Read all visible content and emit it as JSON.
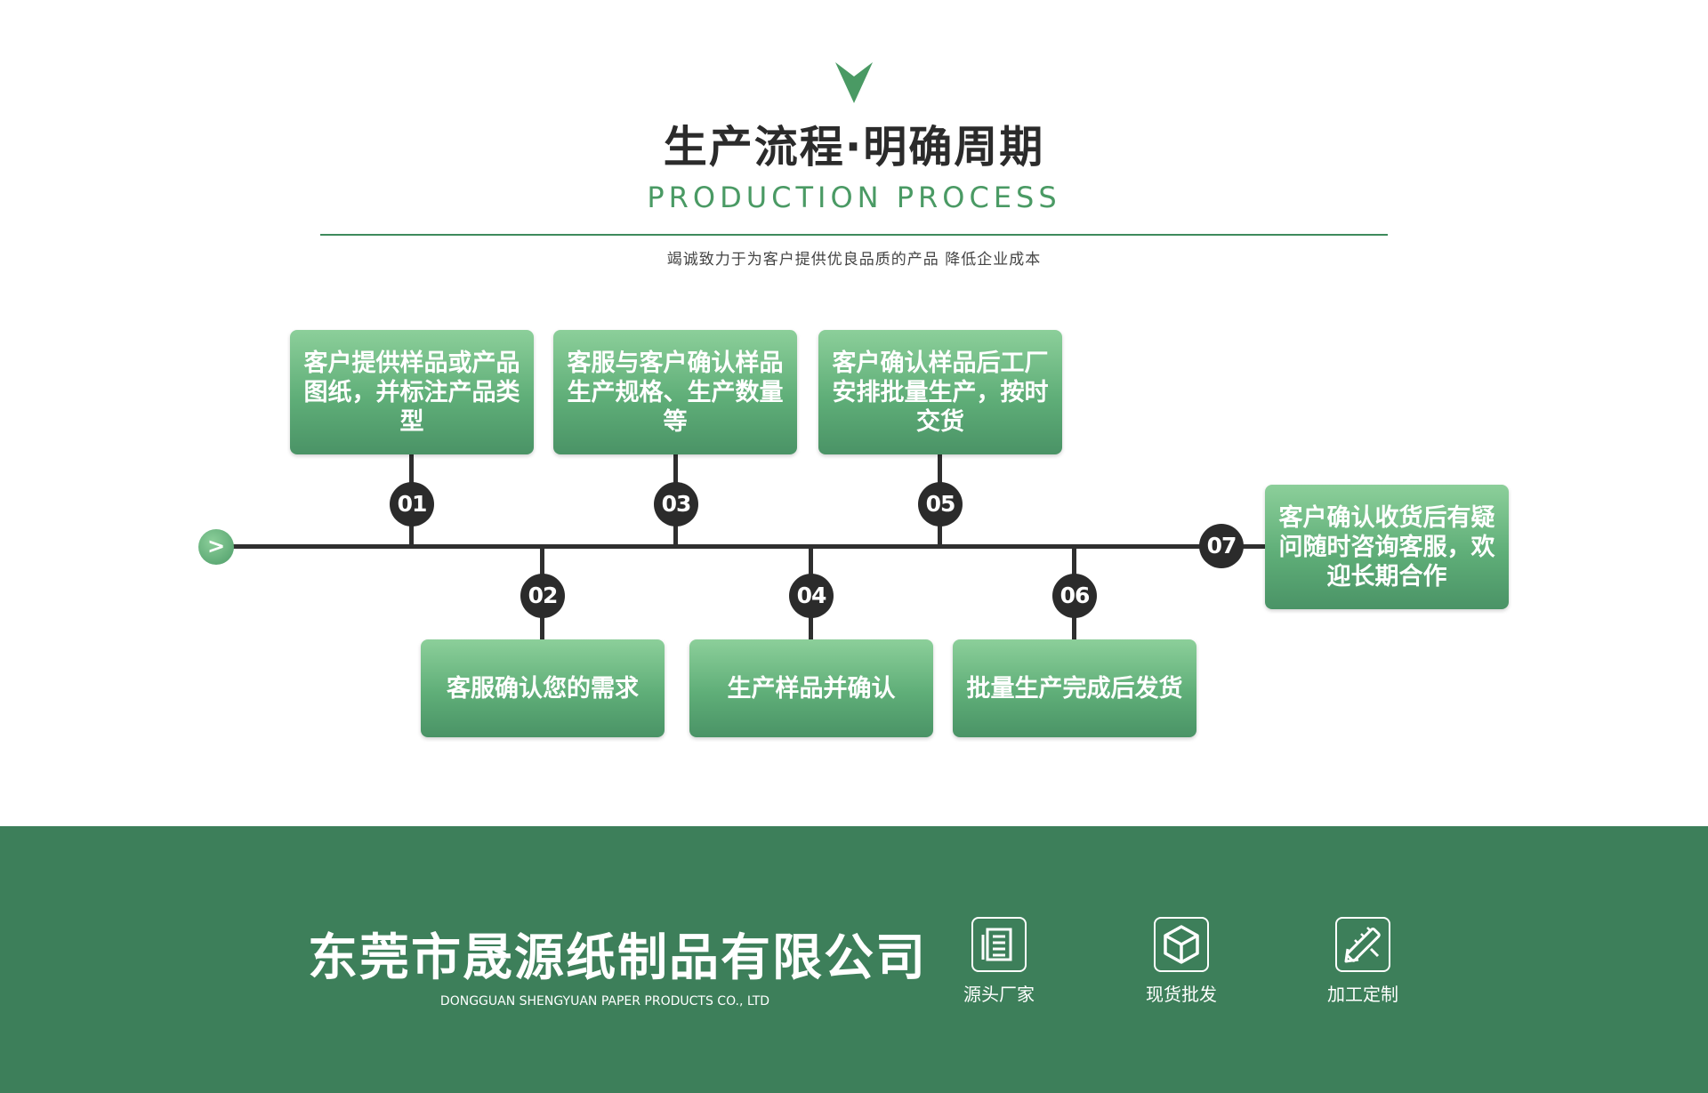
{
  "header": {
    "title": "生产流程·明确周期",
    "subtitle_en": "PRODUCTION PROCESS",
    "tagline": "竭诚致力于为客户提供优良品质的产品  降低企业成本"
  },
  "timeline": {
    "start_symbol": ">",
    "steps": [
      {
        "num": "01",
        "text": "客户提供样品或产品图纸，并标注产品类型"
      },
      {
        "num": "02",
        "text": "客服确认您的需求"
      },
      {
        "num": "03",
        "text": "客服与客户确认样品生产规格、生产数量等"
      },
      {
        "num": "04",
        "text": "生产样品并确认"
      },
      {
        "num": "05",
        "text": "客户确认样品后工厂安排批量生产，按时交货"
      },
      {
        "num": "06",
        "text": "批量生产完成后发货"
      },
      {
        "num": "07",
        "text": "客户确认收货后有疑问随时咨询客服，欢迎长期合作"
      }
    ]
  },
  "footer": {
    "company_cn": "东莞市晟源纸制品有限公司",
    "company_en": "DONGGUAN SHENGYUAN PAPER PRODUCTS CO., LTD",
    "features": [
      {
        "label": "源头厂家",
        "icon": "document-icon"
      },
      {
        "label": "现货批发",
        "icon": "box-icon"
      },
      {
        "label": "加工定制",
        "icon": "pencil-ruler-icon"
      }
    ]
  },
  "colors": {
    "accent_green": "#4a9a64",
    "footer_green": "#3d7f5a",
    "node_dark": "#2b2b2b"
  }
}
